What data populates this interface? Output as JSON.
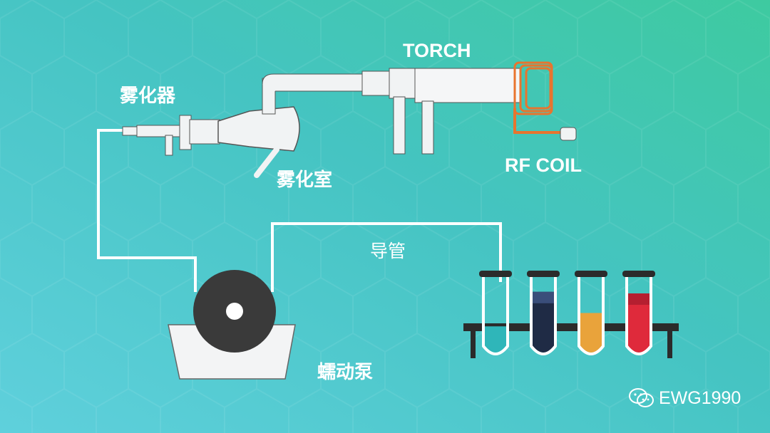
{
  "labels": {
    "torch": "TORCH",
    "nebulizer": "雾化器",
    "spray_chamber": "雾化室",
    "rf_coil": "RF COIL",
    "tubing": "导管",
    "pump": "蠕动泵"
  },
  "watermark": {
    "text": "EWG1990",
    "icon": "wechat-icon"
  },
  "colors": {
    "bg_start": "#5ccfd9",
    "bg_end": "#3ec9a0",
    "coil": "#e8742e",
    "pump_disc": "#3a3a3a",
    "rack": "#2b2b2b"
  },
  "tubes": [
    {
      "name": "test-tube-teal",
      "fill": "#2fb6b9",
      "level": 0.38
    },
    {
      "name": "test-tube-navy",
      "fill": "#1f2b45",
      "top": "#3a4e7a",
      "level": 0.82
    },
    {
      "name": "test-tube-amber",
      "fill": "#e9a33b",
      "level": 0.55
    },
    {
      "name": "test-tube-red",
      "fill": "#df2a3b",
      "top": "#b51f30",
      "level": 0.8
    }
  ]
}
